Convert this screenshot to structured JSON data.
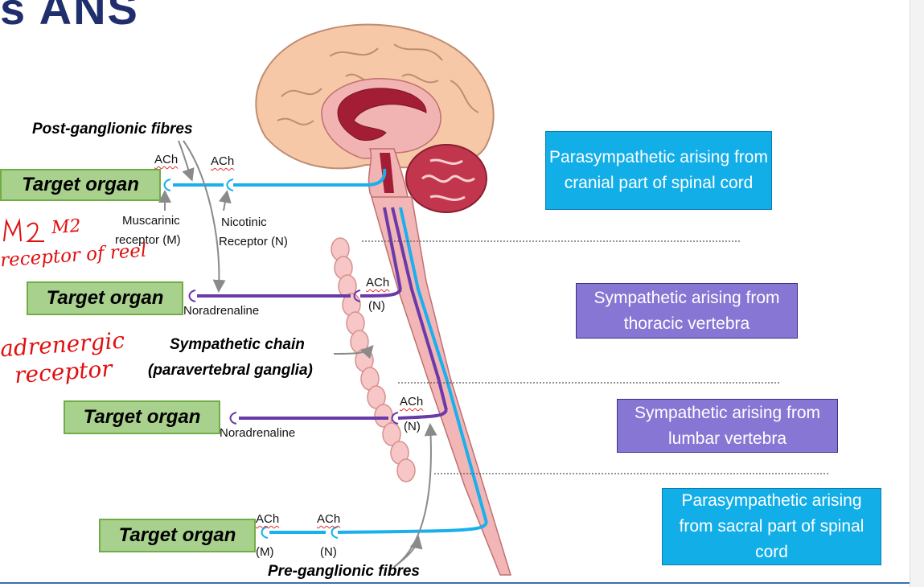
{
  "title_fragment": "s ANS",
  "labels": {
    "post_ganglionic": "Post-ganglionic fibres",
    "pre_ganglionic": "Pre-ganglionic fibres",
    "sympathetic_chain_1": "Sympathetic chain",
    "sympathetic_chain_2": "(paravertebral ganglia)",
    "muscarinic_1": "Muscarinic",
    "muscarinic_2": "receptor (M)",
    "nicotinic_1": "Nicotinic",
    "nicotinic_2": "Receptor (N)",
    "noradrenaline": "Noradrenaline",
    "ach": "ACh",
    "n": "(N)",
    "m": "(M)"
  },
  "target_organ": "Target organ",
  "side_boxes": {
    "cranial": "Parasympathetic arising from cranial part of spinal cord",
    "thoracic": "Sympathetic arising from thoracic vertebra",
    "lumbar": "Sympathetic arising from lumbar vertebra",
    "sacral": "Parasympathetic arising from sacral part of spinal cord"
  },
  "handwriting": {
    "line1": "M2",
    "line2": "receptor of reel",
    "line3": "adrenergic",
    "line4": "receptor"
  },
  "colors": {
    "parasympathetic": "#1ab0ec",
    "sympathetic": "#6a3aa8",
    "target_fill": "#a9d18e",
    "target_border": "#70ad47",
    "handwriting": "#e01010"
  }
}
